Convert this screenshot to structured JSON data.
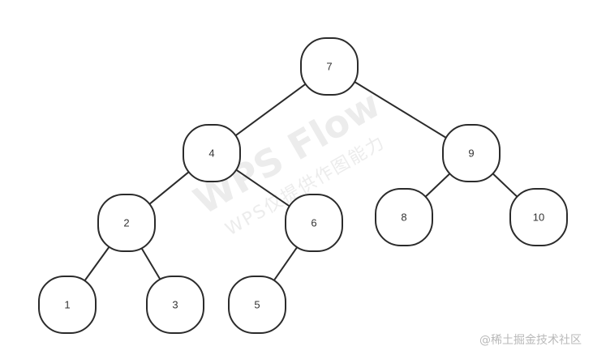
{
  "tree": {
    "nodes": [
      {
        "id": "n7",
        "label": "7"
      },
      {
        "id": "n4",
        "label": "4"
      },
      {
        "id": "n9",
        "label": "9"
      },
      {
        "id": "n2",
        "label": "2"
      },
      {
        "id": "n6",
        "label": "6"
      },
      {
        "id": "n8",
        "label": "8"
      },
      {
        "id": "n10",
        "label": "10"
      },
      {
        "id": "n1",
        "label": "1"
      },
      {
        "id": "n3",
        "label": "3"
      },
      {
        "id": "n5",
        "label": "5"
      }
    ],
    "edges": [
      {
        "from": "n7",
        "to": "n4"
      },
      {
        "from": "n7",
        "to": "n9"
      },
      {
        "from": "n4",
        "to": "n2"
      },
      {
        "from": "n4",
        "to": "n6"
      },
      {
        "from": "n9",
        "to": "n8"
      },
      {
        "from": "n9",
        "to": "n10"
      },
      {
        "from": "n2",
        "to": "n1"
      },
      {
        "from": "n2",
        "to": "n3"
      },
      {
        "from": "n6",
        "to": "n5"
      }
    ]
  },
  "watermark": {
    "brand": "WPS Flow",
    "subtitle": "WPS仅提供作图能力"
  },
  "credit": "@稀土掘金技术社区"
}
